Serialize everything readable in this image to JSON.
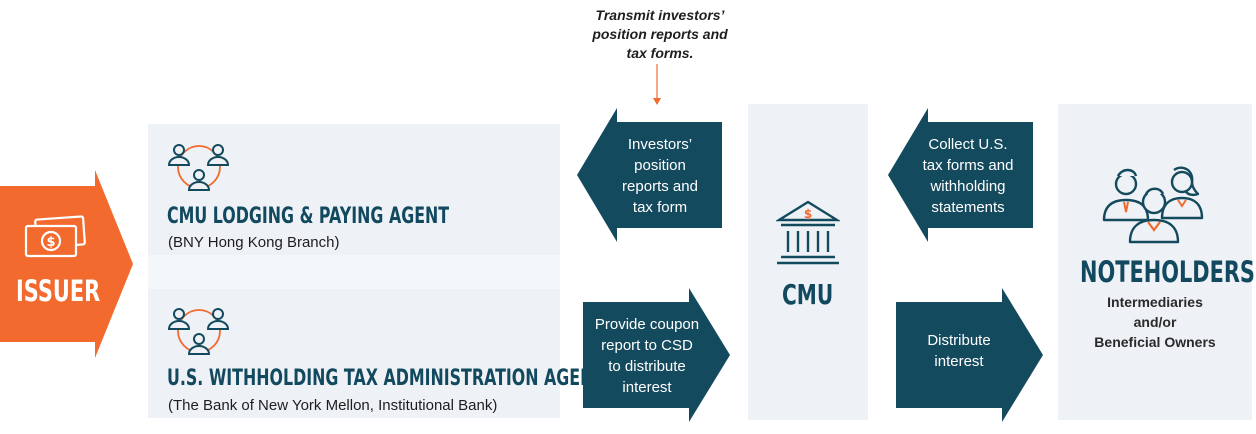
{
  "colors": {
    "orange": "#f26a2e",
    "navy": "#144a5e",
    "panel": "#eef2f6"
  },
  "note": {
    "text": "Transmit investors’\nposition reports and\ntax forms."
  },
  "issuer": {
    "label": "ISSUER",
    "icon": "money-icon"
  },
  "agents": [
    {
      "title": "CMU LODGING & PAYING AGENT",
      "subtitle": "(BNY Hong Kong Branch)",
      "icon": "people-network-icon"
    },
    {
      "title": "U.S. WITHHOLDING TAX ADMINISTRATION AGENT",
      "subtitle": "(The Bank of New York Mellon, Institutional Bank)",
      "icon": "people-network-icon"
    }
  ],
  "arrows": {
    "investors_reports": "Investors’\nposition\nreports and\ntax form",
    "provide_coupon": "Provide coupon\nreport to CSD\nto distribute\ninterest",
    "collect_forms": "Collect U.S.\ntax forms and\nwithholding\nstatements",
    "distribute_interest": "Distribute\ninterest"
  },
  "cmu": {
    "label": "CMU",
    "icon": "bank-building-icon"
  },
  "noteholders": {
    "title": "NOTEHOLDERS",
    "description": "Intermediaries\nand/or\nBeneficial Owners",
    "icon": "people-group-icon"
  }
}
